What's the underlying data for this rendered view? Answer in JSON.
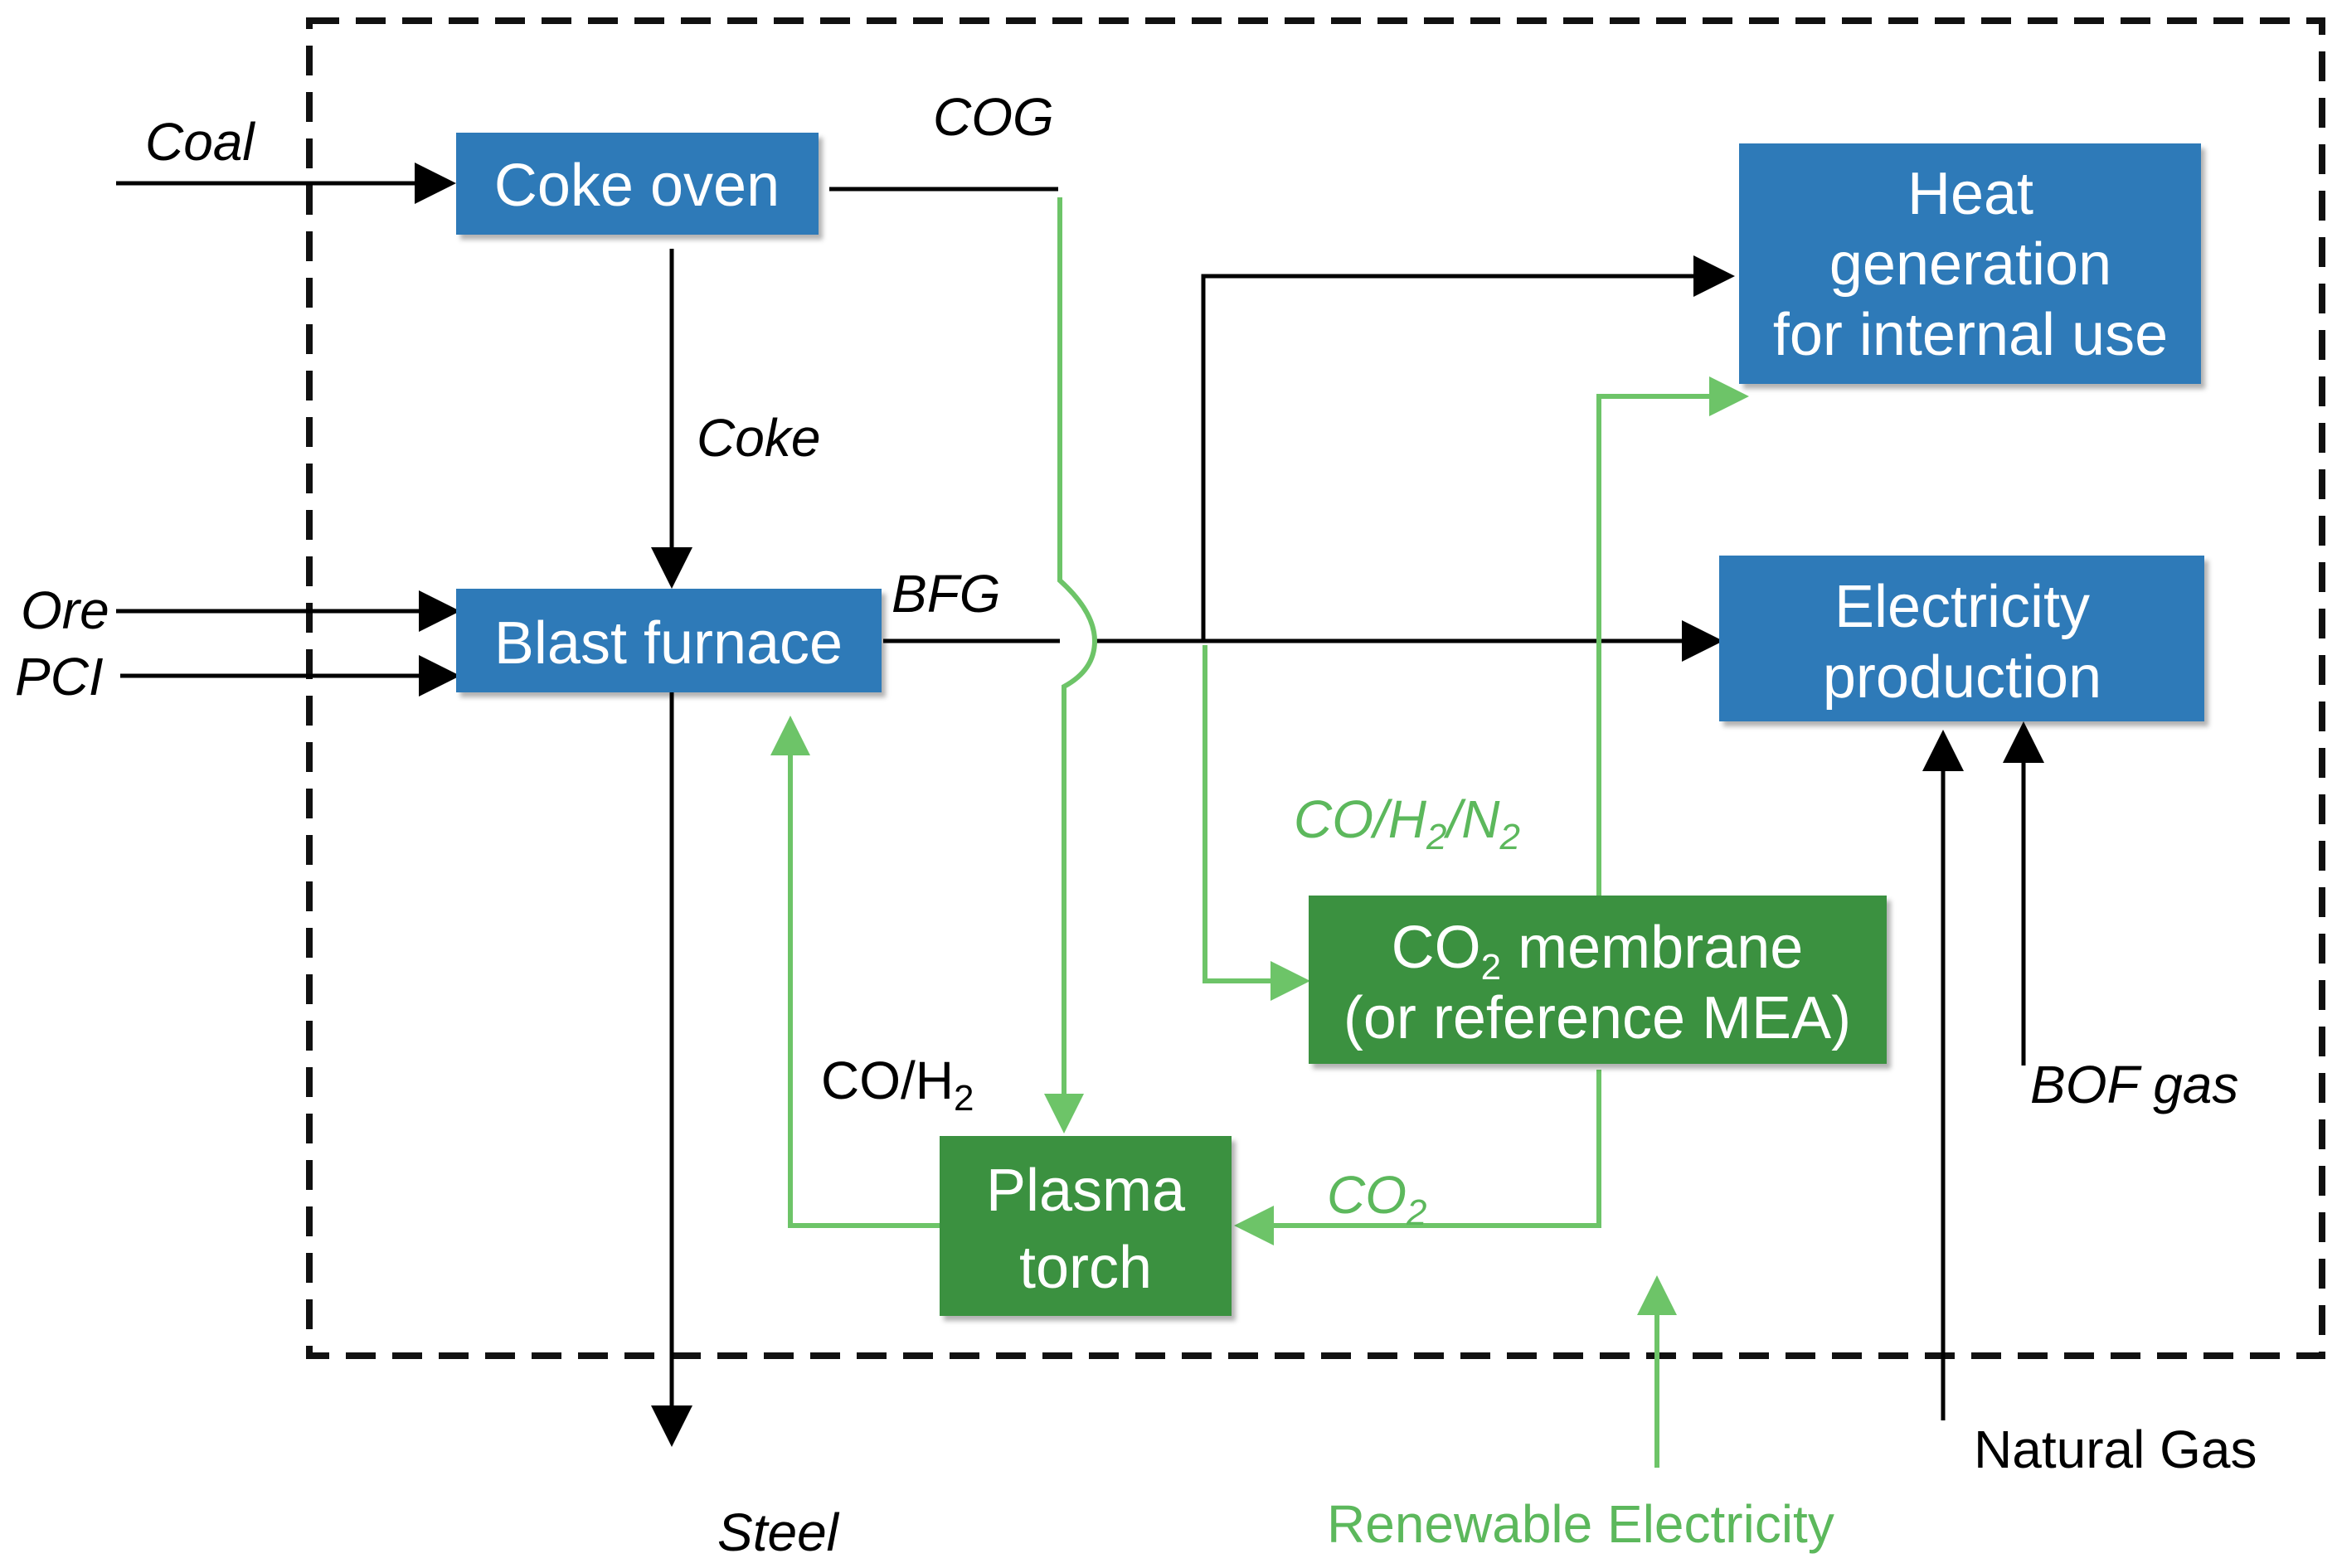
{
  "colors": {
    "process_box": "#2e7ab8",
    "new_unit_box": "#3a9140",
    "black_flow": "#000000",
    "green_flow": "#6dc468",
    "green_label": "#5cb85c",
    "boundary": "#111111"
  },
  "boxes": {
    "coke_oven": "Coke oven",
    "blast_furnace": "Blast furnace",
    "heat_generation": [
      "Heat",
      "generation",
      "for internal use"
    ],
    "electricity_production": [
      "Electricity",
      "production"
    ],
    "co2_membrane": {
      "line1_a": "CO",
      "line1_sub": "2",
      "line1_b": " membrane",
      "line2": "(or reference MEA)"
    },
    "plasma_torch": [
      "Plasma",
      "torch"
    ]
  },
  "flow_labels": {
    "coal": "Coal",
    "cog": "COG",
    "coke": "Coke",
    "ore": "Ore",
    "pci": "PCI",
    "bfg": "BFG",
    "co_h2_n2": {
      "a": "CO/H",
      "s1": "2",
      "b": "/N",
      "s2": "2"
    },
    "co_h2": {
      "a": "CO/H",
      "s1": "2"
    },
    "co2": {
      "a": "CO",
      "s1": "2"
    },
    "bof_gas": "BOF gas",
    "natural_gas": "Natural Gas",
    "renewable_electricity": "Renewable Electricity",
    "steel": "Steel"
  }
}
